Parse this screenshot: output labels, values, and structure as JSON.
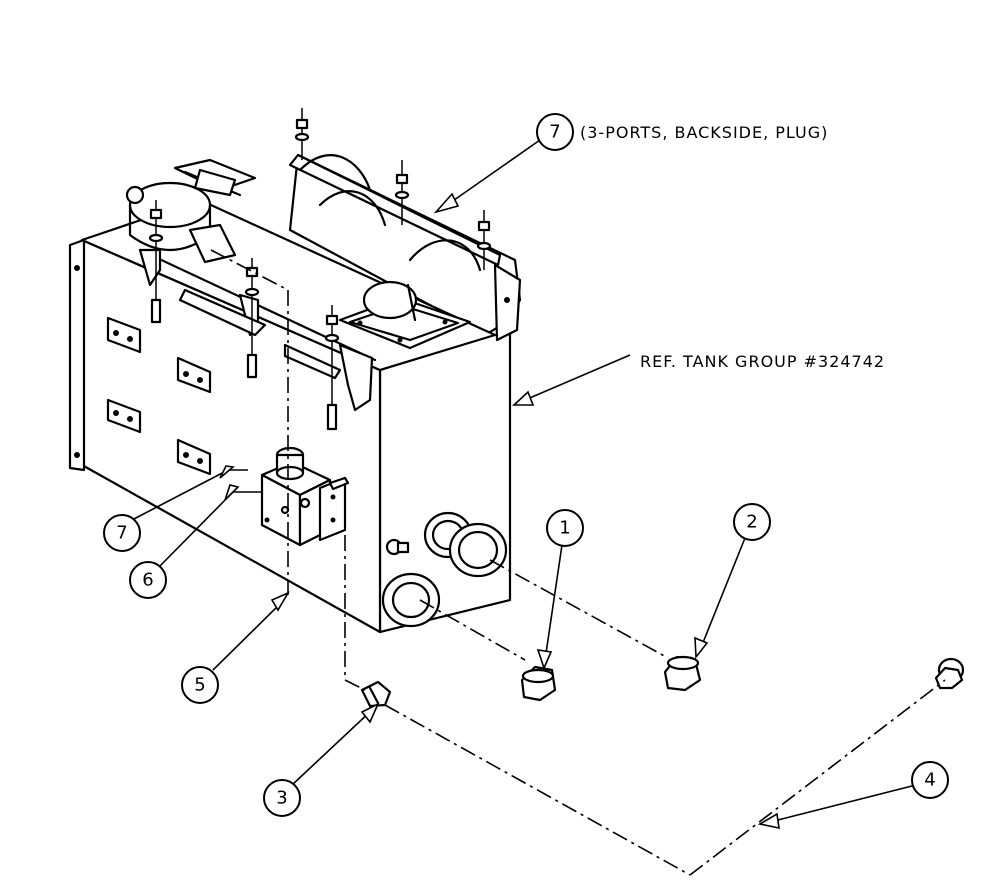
{
  "notes": {
    "ports_note": "(3-PORTS, BACKSIDE, PLUG)",
    "tank_ref": "REF. TANK GROUP #324742"
  },
  "balloons": {
    "b1": "1",
    "b2": "2",
    "b3": "3",
    "b4": "4",
    "b5": "5",
    "b6": "6",
    "b7_left": "7",
    "b7_top": "7"
  },
  "colors": {
    "line": "#000000",
    "background": "#ffffff"
  }
}
